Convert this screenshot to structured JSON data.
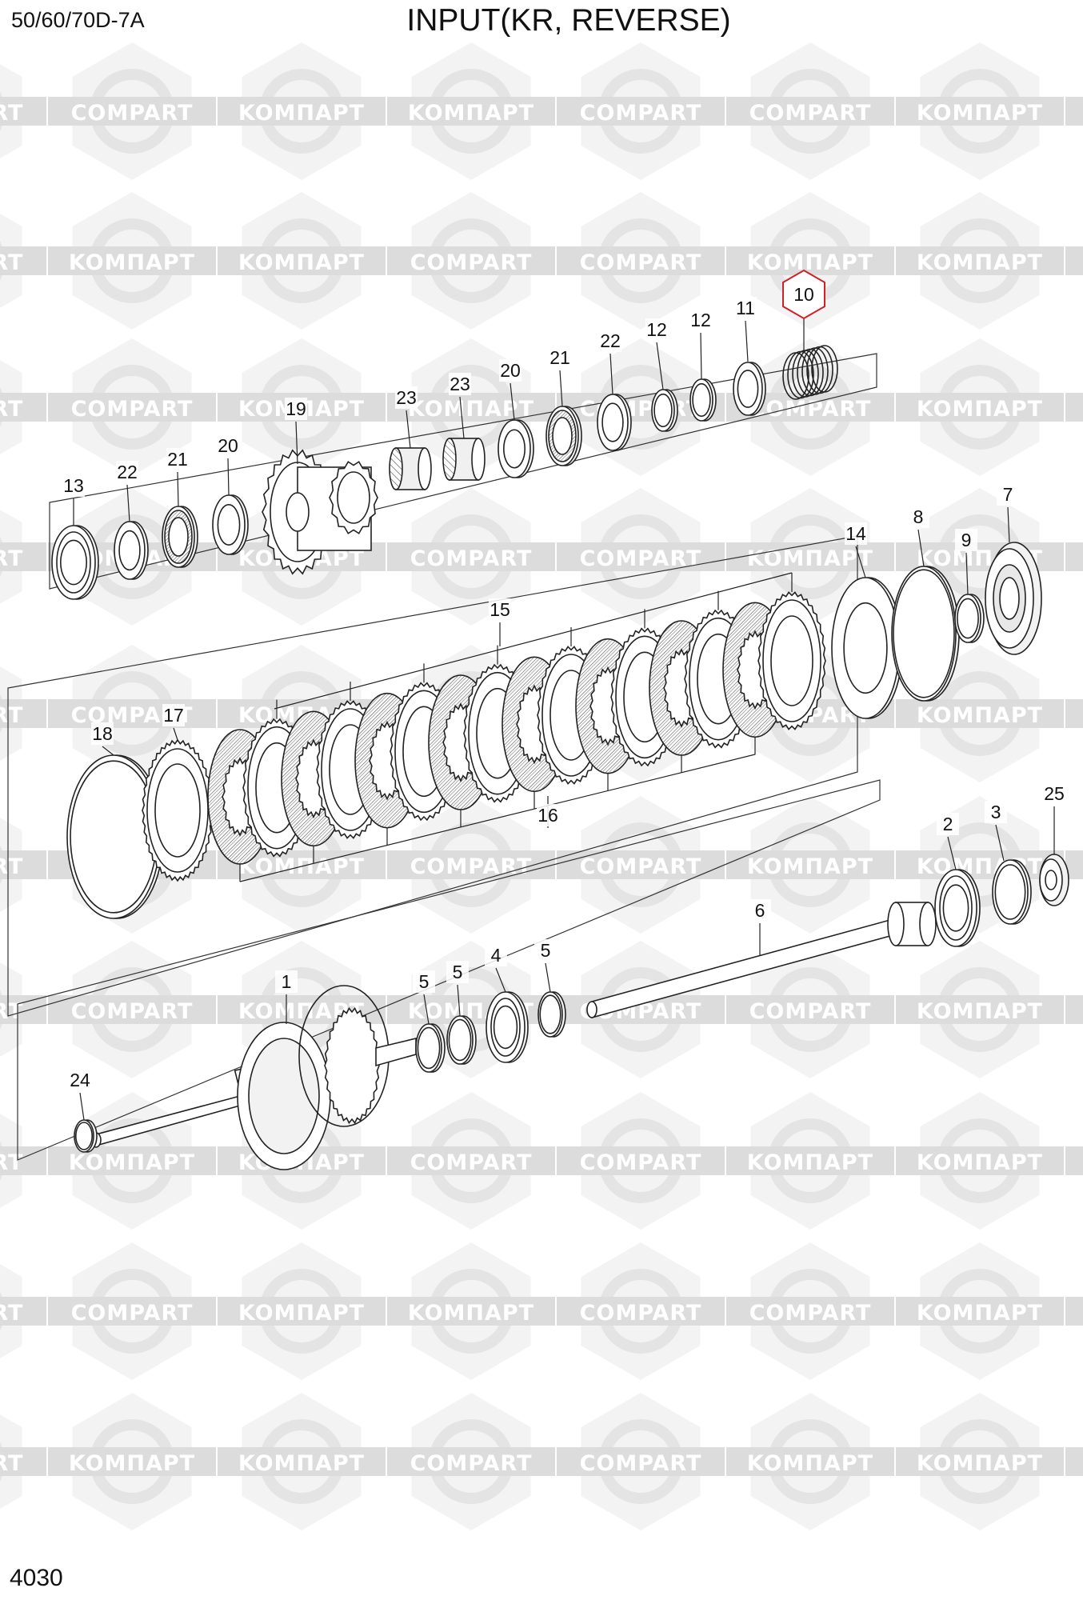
{
  "header": {
    "model": "50/60/70D-7A",
    "title": "INPUT(KR, REVERSE)"
  },
  "footer": {
    "page_number": "4030"
  },
  "watermark": {
    "text_latin": "COMPART",
    "text_cyrillic": "KOMПAPT",
    "color": "#dcdcdc"
  },
  "highlight_color": "#d0202a",
  "callouts": [
    {
      "id": "c10",
      "label": "10",
      "highlighted": true
    },
    {
      "id": "c11",
      "label": "11"
    },
    {
      "id": "c12a",
      "label": "12"
    },
    {
      "id": "c12b",
      "label": "12"
    },
    {
      "id": "c22a",
      "label": "22"
    },
    {
      "id": "c21a",
      "label": "21"
    },
    {
      "id": "c20a",
      "label": "20"
    },
    {
      "id": "c23a",
      "label": "23"
    },
    {
      "id": "c23b",
      "label": "23"
    },
    {
      "id": "c19",
      "label": "19"
    },
    {
      "id": "c20b",
      "label": "20"
    },
    {
      "id": "c21b",
      "label": "21"
    },
    {
      "id": "c22b",
      "label": "22"
    },
    {
      "id": "c13",
      "label": "13"
    },
    {
      "id": "c7",
      "label": "7"
    },
    {
      "id": "c8",
      "label": "8"
    },
    {
      "id": "c9",
      "label": "9"
    },
    {
      "id": "c14",
      "label": "14"
    },
    {
      "id": "c15",
      "label": "15"
    },
    {
      "id": "c16",
      "label": "16"
    },
    {
      "id": "c17",
      "label": "17"
    },
    {
      "id": "c18",
      "label": "18"
    },
    {
      "id": "c25",
      "label": "25"
    },
    {
      "id": "c3",
      "label": "3"
    },
    {
      "id": "c2",
      "label": "2"
    },
    {
      "id": "c6",
      "label": "6"
    },
    {
      "id": "c5a",
      "label": "5"
    },
    {
      "id": "c4",
      "label": "4"
    },
    {
      "id": "c5b",
      "label": "5"
    },
    {
      "id": "c5c",
      "label": "5"
    },
    {
      "id": "c1",
      "label": "1"
    },
    {
      "id": "c24",
      "label": "24"
    }
  ]
}
